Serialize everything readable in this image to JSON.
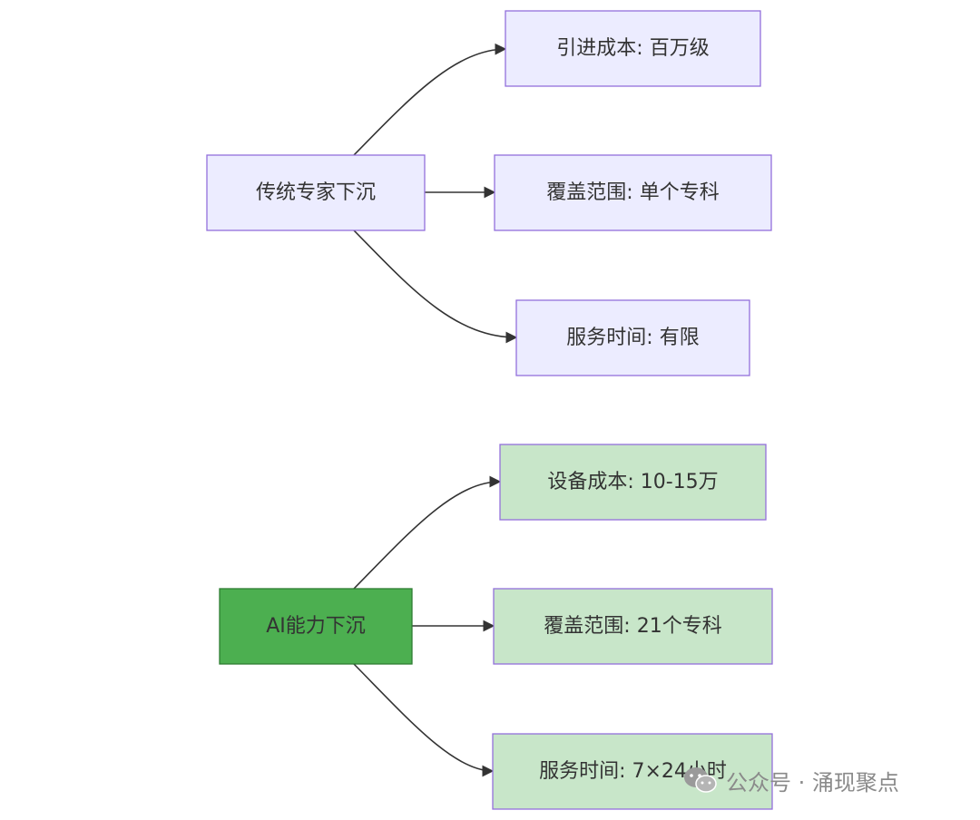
{
  "groups": [
    {
      "source": {
        "label": "传统专家下沉",
        "color": "#ececff"
      },
      "targets": [
        {
          "label": "引进成本: 百万级",
          "color": "#ececff"
        },
        {
          "label": "覆盖范围: 单个专科",
          "color": "#ececff"
        },
        {
          "label": "服务时间: 有限",
          "color": "#ececff"
        }
      ]
    },
    {
      "source": {
        "label": "AI能力下沉",
        "color": "#4caf50"
      },
      "targets": [
        {
          "label": "设备成本: 10-15万",
          "color": "#c8e6c9"
        },
        {
          "label": "覆盖范围: 21个专科",
          "color": "#c8e6c9"
        },
        {
          "label": "服务时间: 7×24小时",
          "color": "#c8e6c9"
        }
      ]
    }
  ],
  "colors": {
    "border": "#9370db",
    "edge": "#333333",
    "text": "#333333"
  },
  "watermark": {
    "icon": "wechat-icon",
    "text": "公众号 · 涌现聚点"
  }
}
